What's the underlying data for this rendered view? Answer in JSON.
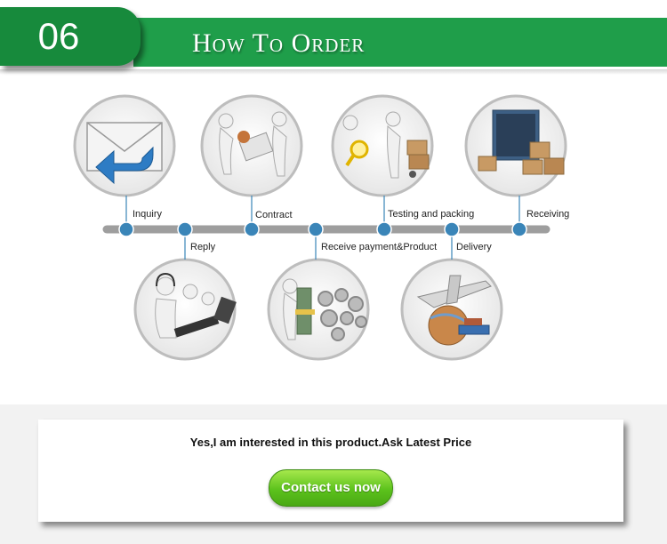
{
  "header": {
    "number": "06",
    "title": "How To Order"
  },
  "steps": [
    {
      "label": "Inquiry",
      "position": "top",
      "icon": "envelope-icon"
    },
    {
      "label": "Reply",
      "position": "bottom",
      "icon": "headset-operators-icon"
    },
    {
      "label": "Contract",
      "position": "top",
      "icon": "handshake-contract-icon"
    },
    {
      "label": "Receive payment&Product",
      "position": "bottom",
      "icon": "money-gears-icon"
    },
    {
      "label": "Testing and packing",
      "position": "top",
      "icon": "magnifier-boxes-icon"
    },
    {
      "label": "Delivery",
      "position": "bottom",
      "icon": "plane-globe-icon"
    },
    {
      "label": "Receiving",
      "position": "top",
      "icon": "container-boxes-icon"
    }
  ],
  "inquiry": {
    "text": "Yes,I am interested in this product.Ask Latest Price",
    "button_label": "Contact us now"
  },
  "colors": {
    "header_green": "#1f9e4a",
    "badge_green": "#178a3c",
    "timeline_gray": "#9e9e9e",
    "dot_blue": "#3a85b8",
    "button_green": "#5cc21c"
  }
}
